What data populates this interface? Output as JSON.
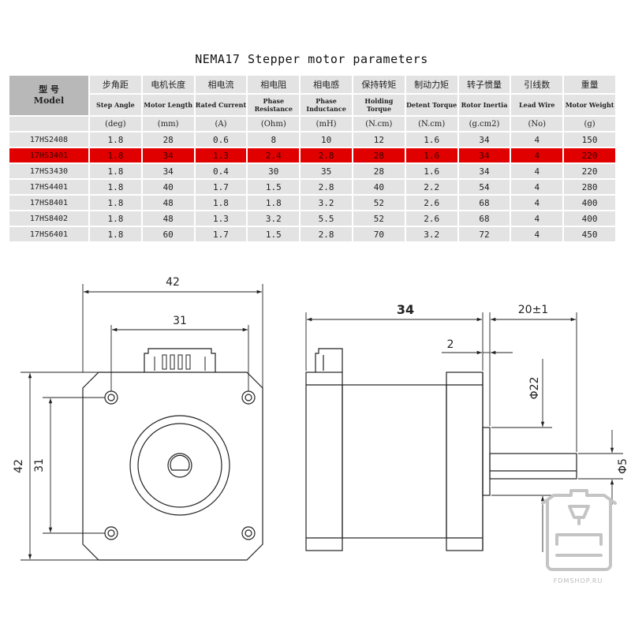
{
  "title": "NEMA17 Stepper motor parameters",
  "table": {
    "model_header": {
      "zh": "型  号",
      "en": "Model"
    },
    "columns": [
      {
        "zh": "步角距",
        "en": "Step Angle",
        "unit": "(deg)"
      },
      {
        "zh": "电机长度",
        "en": "Motor Length",
        "unit": "(mm)"
      },
      {
        "zh": "相电流",
        "en": "Rated Current",
        "unit": "(A)"
      },
      {
        "zh": "相电阻",
        "en": "Phase Resistance",
        "unit": "(Ohm)"
      },
      {
        "zh": "相电感",
        "en": "Phase Inductance",
        "unit": "(mH)"
      },
      {
        "zh": "保持转矩",
        "en": "Holding Torque",
        "unit": "(N.cm)"
      },
      {
        "zh": "制动力矩",
        "en": "Detent Torque",
        "unit": "(N.cm)"
      },
      {
        "zh": "转子惯量",
        "en": "Rotor Inertia",
        "unit": "(g.cm2)"
      },
      {
        "zh": "引线数",
        "en": "Lead Wire",
        "unit": "(No)"
      },
      {
        "zh": "重量",
        "en": "Motor Weight",
        "unit": "(g)"
      }
    ],
    "rows": [
      [
        "17HS2408",
        "1.8",
        "28",
        "0.6",
        "8",
        "10",
        "12",
        "1.6",
        "34",
        "4",
        "150"
      ],
      [
        "17HS3401",
        "1.8",
        "34",
        "1.3",
        "2.4",
        "2.8",
        "28",
        "1.6",
        "34",
        "4",
        "220"
      ],
      [
        "17HS3430",
        "1.8",
        "34",
        "0.4",
        "30",
        "35",
        "28",
        "1.6",
        "34",
        "4",
        "220"
      ],
      [
        "17HS4401",
        "1.8",
        "40",
        "1.7",
        "1.5",
        "2.8",
        "40",
        "2.2",
        "54",
        "4",
        "280"
      ],
      [
        "17HS8401",
        "1.8",
        "48",
        "1.8",
        "1.8",
        "3.2",
        "52",
        "2.6",
        "68",
        "4",
        "400"
      ],
      [
        "17HS8402",
        "1.8",
        "48",
        "1.3",
        "3.2",
        "5.5",
        "52",
        "2.6",
        "68",
        "4",
        "400"
      ],
      [
        "17HS6401",
        "1.8",
        "60",
        "1.7",
        "1.5",
        "2.8",
        "70",
        "3.2",
        "72",
        "4",
        "450"
      ]
    ],
    "highlight_row": 1,
    "highlight_color": "#e00000"
  },
  "dimensions": {
    "front_width": "42",
    "front_hole_spacing": "31",
    "front_height": "42",
    "front_hole_spacing_vertical": "31",
    "side_length": "34",
    "flange_step": "2",
    "shaft_length": "20±1",
    "boss_diameter": "Φ22",
    "shaft_diameter": "Φ5"
  },
  "watermark": {
    "text": "FDMSHOP.RU",
    "color": "#bbbbbb"
  }
}
